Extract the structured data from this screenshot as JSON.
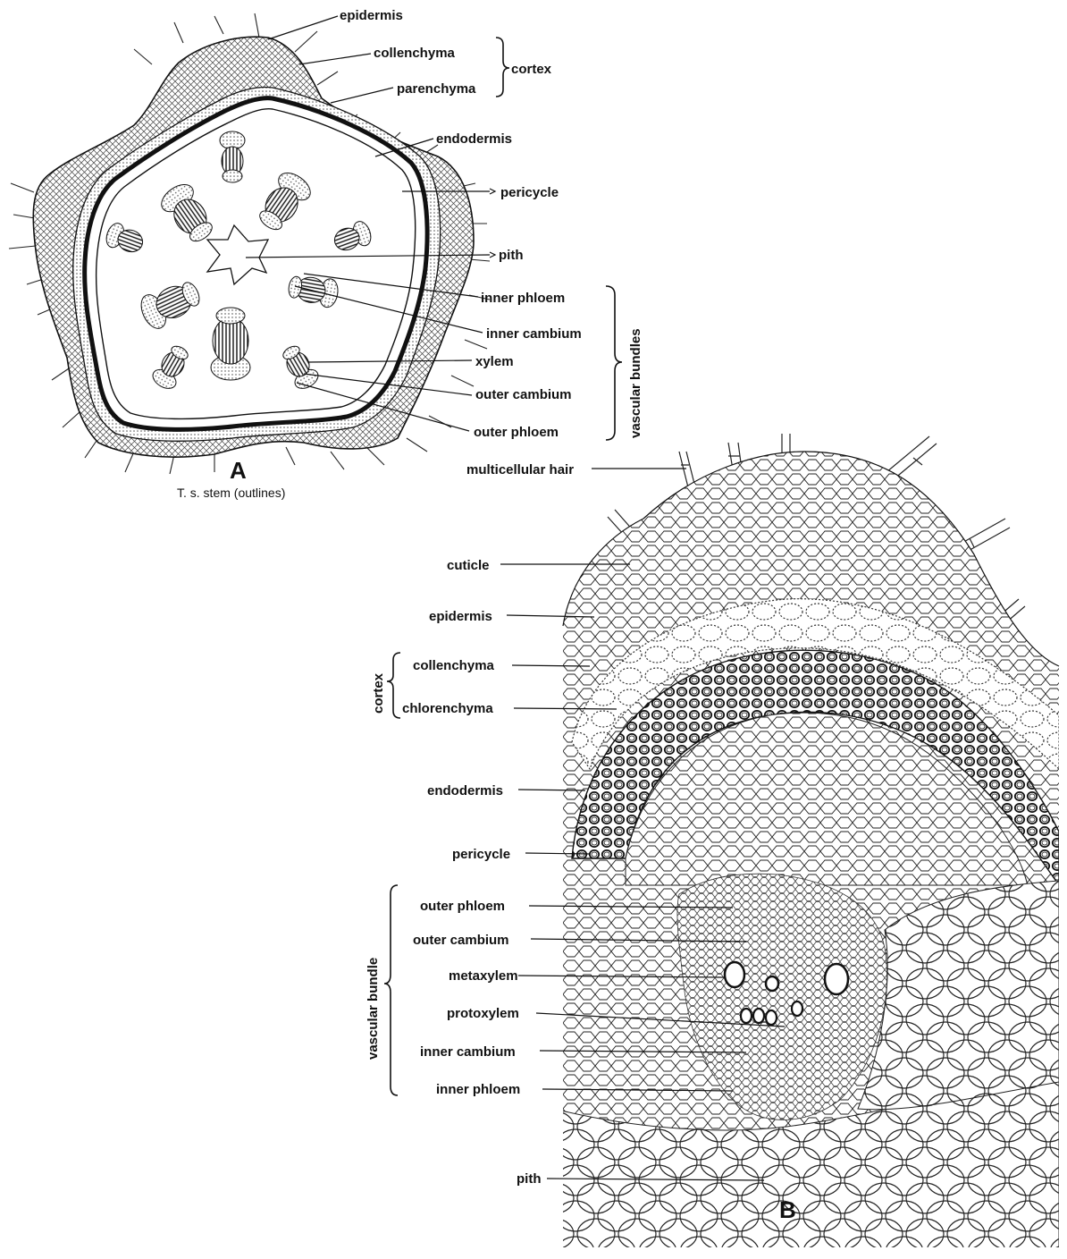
{
  "figure_a": {
    "letter": "A",
    "caption": "T. s. stem (outlines)",
    "labels": {
      "epidermis": "epidermis",
      "collenchyma": "collenchyma",
      "parenchyma": "parenchyma",
      "cortex": "cortex",
      "endodermis": "endodermis",
      "pericycle": "pericycle",
      "pith": "pith",
      "inner_phloem": "inner phloem",
      "inner_cambium": "inner cambium",
      "xylem": "xylem",
      "outer_cambium": "outer cambium",
      "outer_phloem": "outer phloem",
      "vascular_bundles": "vascular bundles"
    }
  },
  "figure_b": {
    "letter": "B",
    "labels": {
      "multicellular_hair": "multicellular hair",
      "cuticle": "cuticle",
      "epidermis": "epidermis",
      "cortex": "cortex",
      "collenchyma": "collenchyma",
      "chlorenchyma": "chlorenchyma",
      "endodermis": "endodermis",
      "pericycle": "pericycle",
      "vascular_bundle": "vascular bundle",
      "outer_phloem": "outer phloem",
      "outer_cambium": "outer cambium",
      "metaxylem": "metaxylem",
      "protoxylem": "protoxylem",
      "inner_cambium": "inner cambium",
      "inner_phloem": "inner phloem",
      "pith": "pith"
    }
  }
}
